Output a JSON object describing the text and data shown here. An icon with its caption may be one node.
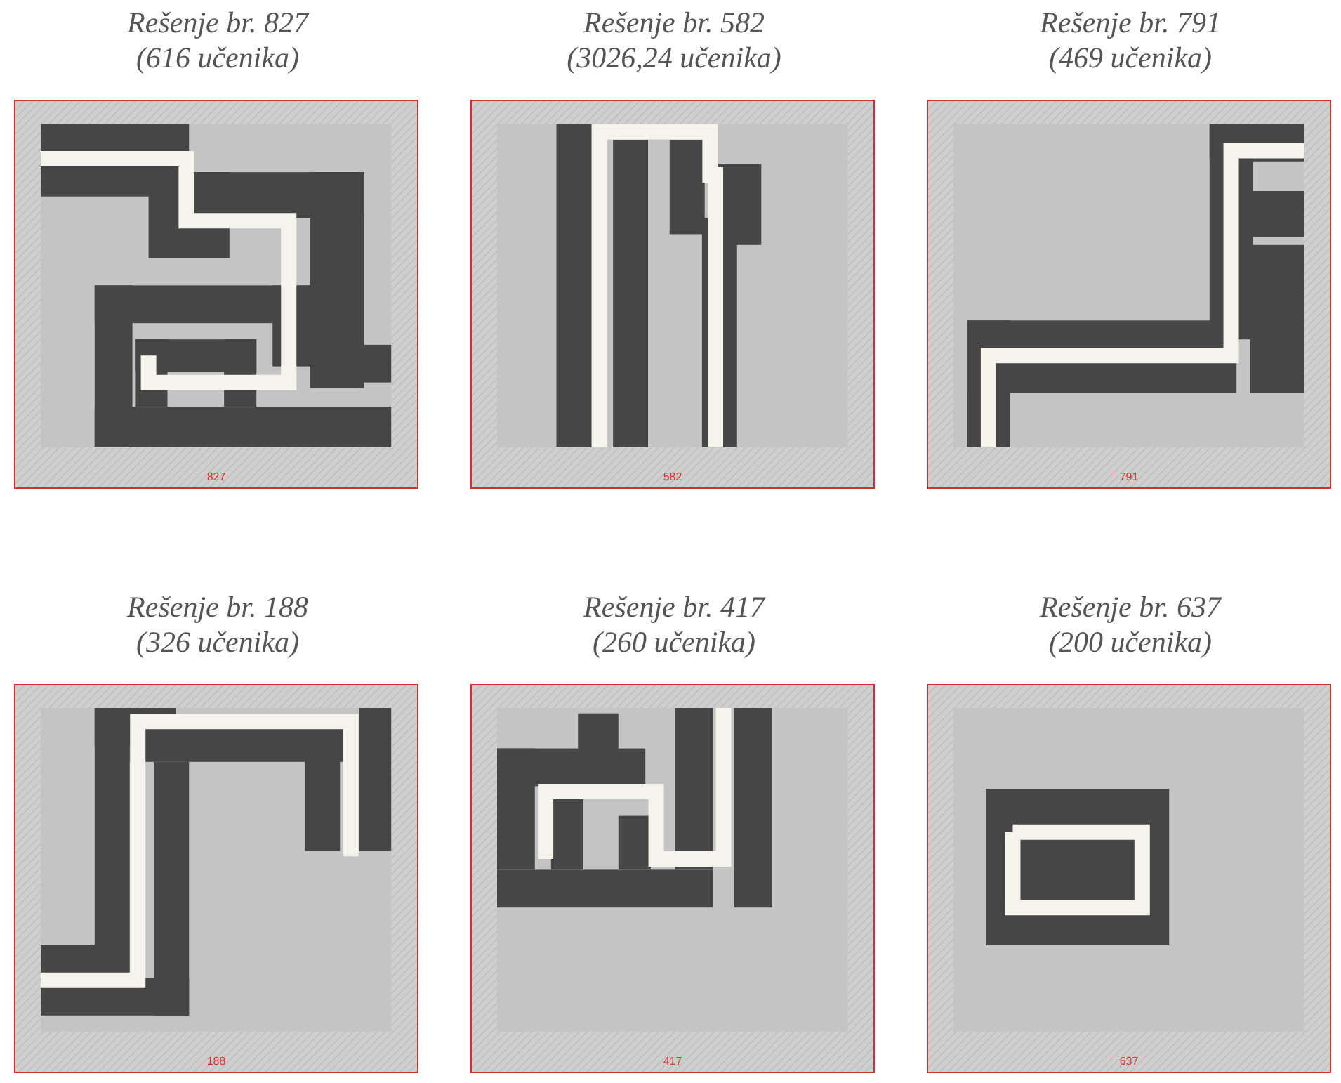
{
  "diagram": {
    "nodes": [
      {
        "text": [
          "Rešenje br. 827",
          "(616 učenika)",
          "827"
        ]
      },
      {
        "text": [
          "Rešenje br. 582",
          "(3026,24 učenika)",
          "582"
        ]
      },
      {
        "text": [
          "Rešenje br. 791",
          "(469 učenika)",
          "791"
        ]
      },
      {
        "text": [
          "Rešenje br. 188",
          "(326 učenika)",
          "188"
        ]
      },
      {
        "text": [
          "Rešenje br. 417",
          "(260 učenika)",
          "417"
        ]
      },
      {
        "text": [
          "Rešenje br. 637",
          "(200 učenika)",
          "637"
        ]
      }
    ]
  }
}
